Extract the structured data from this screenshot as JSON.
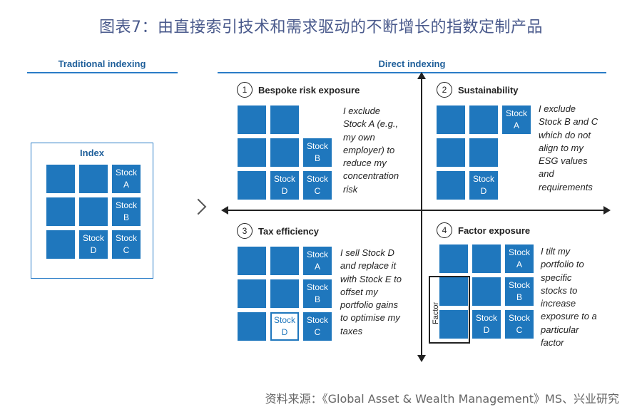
{
  "title": "图表7：由直接索引技术和需求驱动的不断增长的指数定制产品",
  "traditional": {
    "heading": "Traditional indexing",
    "index_label": "Index",
    "cells": [
      "",
      "",
      "Stock\nA",
      "",
      "",
      "Stock\nB",
      "",
      "Stock\nD",
      "Stock\nC"
    ]
  },
  "direct": {
    "heading": "Direct indexing",
    "quadrants": [
      {
        "number": "1",
        "title": "Bespoke risk exposure",
        "description": "I exclude\nStock A (e.g.,\nmy own\nemployer) to\nreduce my\nconcentration\nrisk",
        "cells": [
          {
            "text": ""
          },
          {
            "text": ""
          },
          {
            "text": null
          },
          {
            "text": ""
          },
          {
            "text": ""
          },
          {
            "text": "Stock\nB"
          },
          {
            "text": ""
          },
          {
            "text": "Stock\nD"
          },
          {
            "text": "Stock\nC"
          }
        ]
      },
      {
        "number": "2",
        "title": "Sustainability",
        "description": "I exclude\nStock B and C\nwhich do not\nalign to my\nESG values\nand\nrequirements",
        "cells": [
          {
            "text": ""
          },
          {
            "text": ""
          },
          {
            "text": "Stock\nA"
          },
          {
            "text": ""
          },
          {
            "text": ""
          },
          {
            "text": null
          },
          {
            "text": ""
          },
          {
            "text": "Stock\nD"
          },
          {
            "text": null
          }
        ]
      },
      {
        "number": "3",
        "title": "Tax efficiency",
        "description": "I sell Stock D\nand replace it\nwith Stock E to\noffset my\nportfolio gains\nto optimise my\ntaxes",
        "cells": [
          {
            "text": ""
          },
          {
            "text": ""
          },
          {
            "text": "Stock\nA"
          },
          {
            "text": ""
          },
          {
            "text": ""
          },
          {
            "text": "Stock\nB"
          },
          {
            "text": ""
          },
          {
            "text": "Stock\nD",
            "hollow": true
          },
          {
            "text": "Stock\nC"
          }
        ]
      },
      {
        "number": "4",
        "title": "Factor exposure",
        "description": "I tilt my\nportfolio to\nspecific\nstocks to\nincrease\nexposure to a\nparticular\nfactor",
        "factor_label": "Factor",
        "cells": [
          {
            "text": ""
          },
          {
            "text": ""
          },
          {
            "text": "Stock\nA"
          },
          {
            "text": ""
          },
          {
            "text": ""
          },
          {
            "text": "Stock\nB"
          },
          {
            "text": ""
          },
          {
            "text": "Stock\nD"
          },
          {
            "text": "Stock\nC"
          }
        ]
      }
    ]
  },
  "source": "资料来源：《Global Asset & Wealth Management》MS、兴业研究",
  "colors": {
    "accent": "#1f77bd",
    "heading": "#1f5f9a",
    "title": "#4a5a8c"
  }
}
